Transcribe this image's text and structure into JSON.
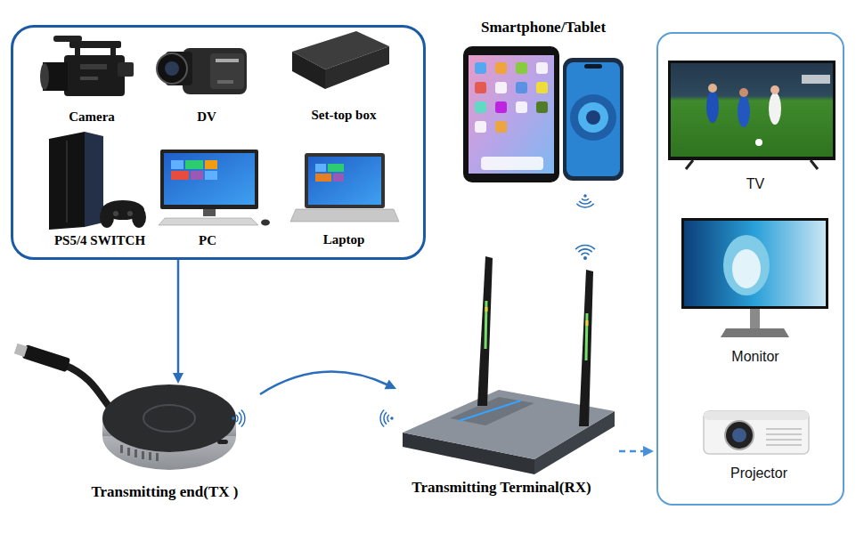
{
  "diagram": {
    "nodes": [
      {
        "text": [
          "Camera",
          "DV",
          "Set-top box",
          "PS5/4 SWITCH",
          "PC",
          "Laptop"
        ]
      },
      {
        "text": [
          "Smartphone/Tablet"
        ]
      },
      {
        "text": [
          "TV",
          "Monitor",
          "Projector"
        ]
      },
      {
        "text": [
          "Transmitting end(TX )"
        ]
      },
      {
        "text": [
          "Transmitting Terminal(RX)"
        ]
      }
    ],
    "edges": [
      {
        "from": 0,
        "to": 3,
        "arrow": "to"
      },
      {
        "from": 3,
        "to": 4,
        "arrow": "to"
      },
      {
        "from": 4,
        "to": 2,
        "arrow": "to"
      }
    ]
  }
}
